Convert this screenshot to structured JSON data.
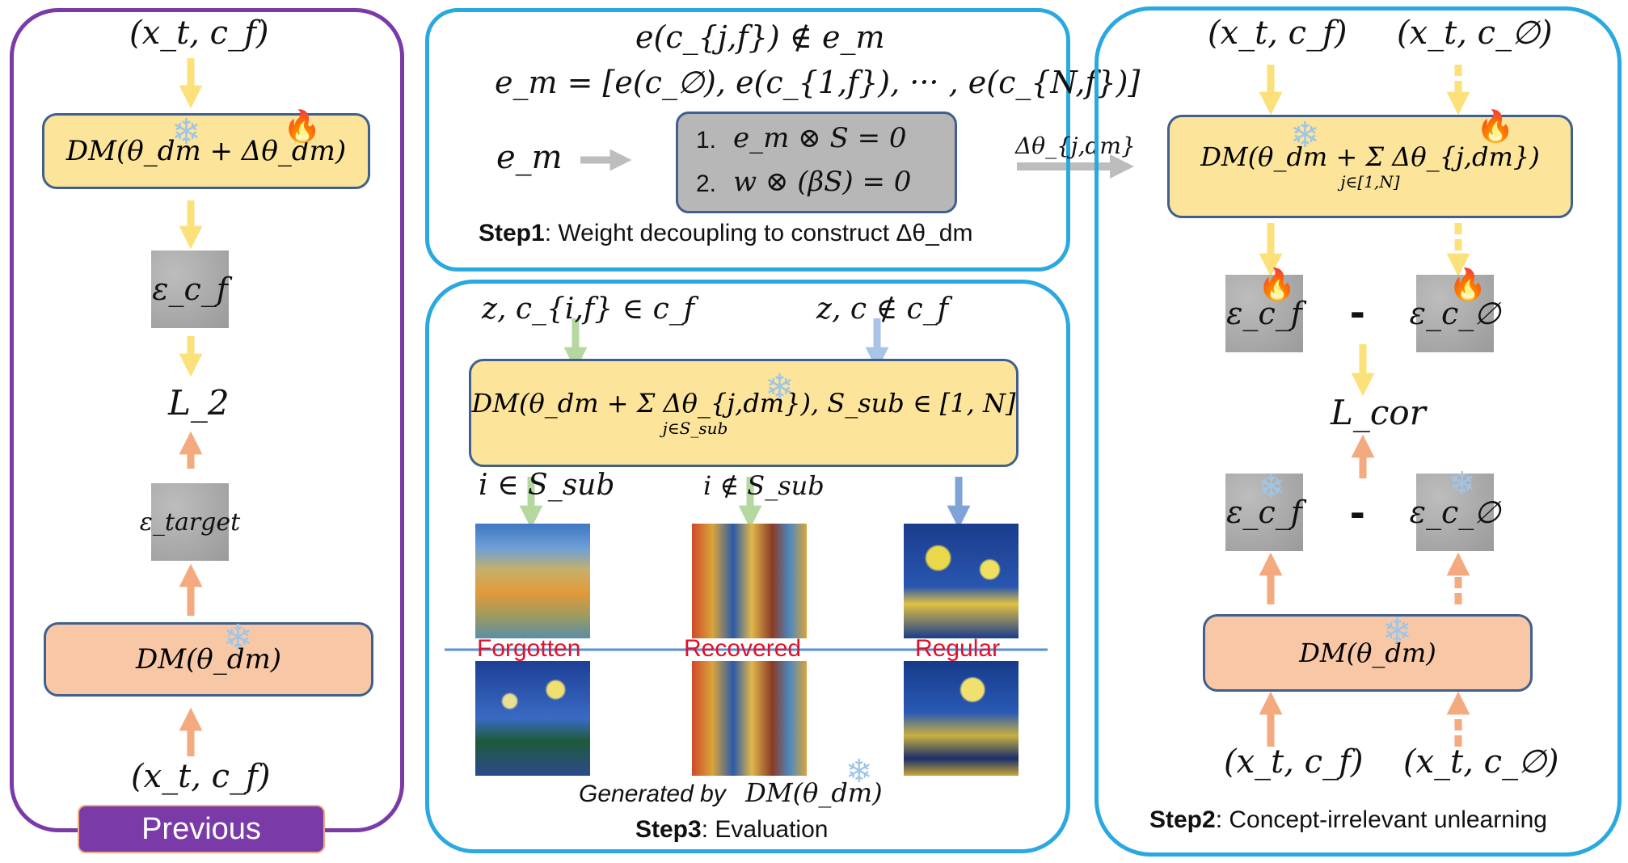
{
  "colors": {
    "purple": "#7a3aa8",
    "blue": "#2aa8e0",
    "yellow_box": "#fce49a",
    "orange_box": "#f8c8a6",
    "yellow_arrow": "#fce07a",
    "orange_arrow": "#f3aa7e",
    "green_arrow": "#b5d8a0",
    "lightblue_arrow": "#a9c4e8",
    "gray_arrow": "#bdbdbd",
    "red_label": "#e0112a",
    "divider": "#5a8fd0"
  },
  "left": {
    "top_input": "(x_t, c_f)",
    "model": "DM(θ_dm + Δθ_dm)",
    "eps": "ε_c_f",
    "loss": "L_2",
    "target": "ε_target",
    "frozen_model": "DM(θ_dm)",
    "bottom_input": "(x_t, c_f)",
    "tag": "Previous"
  },
  "step1": {
    "line1": "e(c_{j,f}) ∉ e_m",
    "line2": "e_m = [e(c_∅), e(c_{1,f}), ··· , e(c_{N,f})]",
    "em": "e_m",
    "cond1_num": "1.",
    "cond1": "e_m ⊗ S = 0",
    "cond2_num": "2.",
    "cond2": "w ⊗ (βS) = 0",
    "caption_bold": "Step1",
    "caption_rest": ": Weight decoupling to construct Δθ_dm",
    "delta_label": "Δθ_{j,dm}"
  },
  "step3": {
    "in_left": "z, c_{i,f} ∈ c_f",
    "in_right": "z, c ∉ c_f",
    "model_main": "DM(θ_dm + Σ Δθ_{j,dm}), S_sub ∈ [1, N]",
    "model_sub": "j∈S_sub",
    "col1_cond": "i ∈ S_sub",
    "col2_cond": "i ∉ S_sub",
    "label1": "Forgotten",
    "label2": "Recovered",
    "label3": "Regular",
    "generated_by": "Generated by",
    "generated_model": "DM(θ_dm)",
    "caption_bold": "Step3",
    "caption_rest": ": Evaluation"
  },
  "step2": {
    "in1": "(x_t, c_f)",
    "in2": "(x_t, c_∅)",
    "model_main": "DM(θ_dm + Σ Δθ_{j,dm})",
    "model_sub": "j∈[1,N]",
    "eps_f": "ε_c_f",
    "eps_null": "ε_c_∅",
    "minus": "-",
    "loss": "L_cor",
    "frozen_model": "DM(θ_dm)",
    "bot1": "(x_t, c_f)",
    "bot2": "(x_t, c_∅)",
    "caption_bold": "Step2",
    "caption_rest": ": Concept-irrelevant unlearning"
  }
}
